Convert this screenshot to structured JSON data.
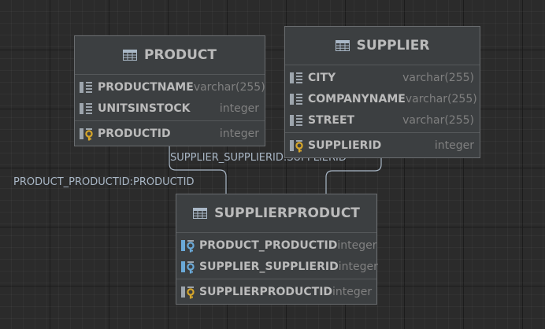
{
  "diagram": {
    "tables": [
      {
        "name": "PRODUCT",
        "columns": [
          {
            "name": "PRODUCTNAME",
            "type": "varchar(255)",
            "kind": "column"
          },
          {
            "name": "UNITSINSTOCK",
            "type": "integer",
            "kind": "column"
          }
        ],
        "keys": [
          {
            "name": "PRODUCTID",
            "type": "integer",
            "kind": "primary-key"
          }
        ]
      },
      {
        "name": "SUPPLIER",
        "columns": [
          {
            "name": "CITY",
            "type": "varchar(255)",
            "kind": "column"
          },
          {
            "name": "COMPANYNAME",
            "type": "varchar(255)",
            "kind": "column"
          },
          {
            "name": "STREET",
            "type": "varchar(255)",
            "kind": "column"
          }
        ],
        "keys": [
          {
            "name": "SUPPLIERID",
            "type": "integer",
            "kind": "primary-key"
          }
        ]
      },
      {
        "name": "SUPPLIERPRODUCT",
        "columns": [
          {
            "name": "PRODUCT_PRODUCTID",
            "type": "integer",
            "kind": "foreign-key"
          },
          {
            "name": "SUPPLIER_SUPPLIERID",
            "type": "integer",
            "kind": "foreign-key"
          }
        ],
        "keys": [
          {
            "name": "SUPPLIERPRODUCTID",
            "type": "integer",
            "kind": "primary-key"
          }
        ]
      }
    ],
    "relations": [
      {
        "label": "SUPPLIER_SUPPLIERID:SUPPLIERID",
        "from": "SUPPLIERPRODUCT",
        "to": "SUPPLIER"
      },
      {
        "label": "PRODUCT_PRODUCTID:PRODUCTID",
        "from": "SUPPLIERPRODUCT",
        "to": "PRODUCT"
      }
    ],
    "colors": {
      "background": "#2b2b2b",
      "node": "#3c3f41",
      "text": "#bbbbbb",
      "type_text": "#808080",
      "connector": "#a9b7c6",
      "key_gold": "#d6a62a",
      "fk_blue": "#6aa9d8"
    },
    "icons": {
      "table": "table-grid-icon",
      "column": "column-icon",
      "primary_key": "primary-key-icon",
      "foreign_key": "foreign-key-icon"
    }
  }
}
